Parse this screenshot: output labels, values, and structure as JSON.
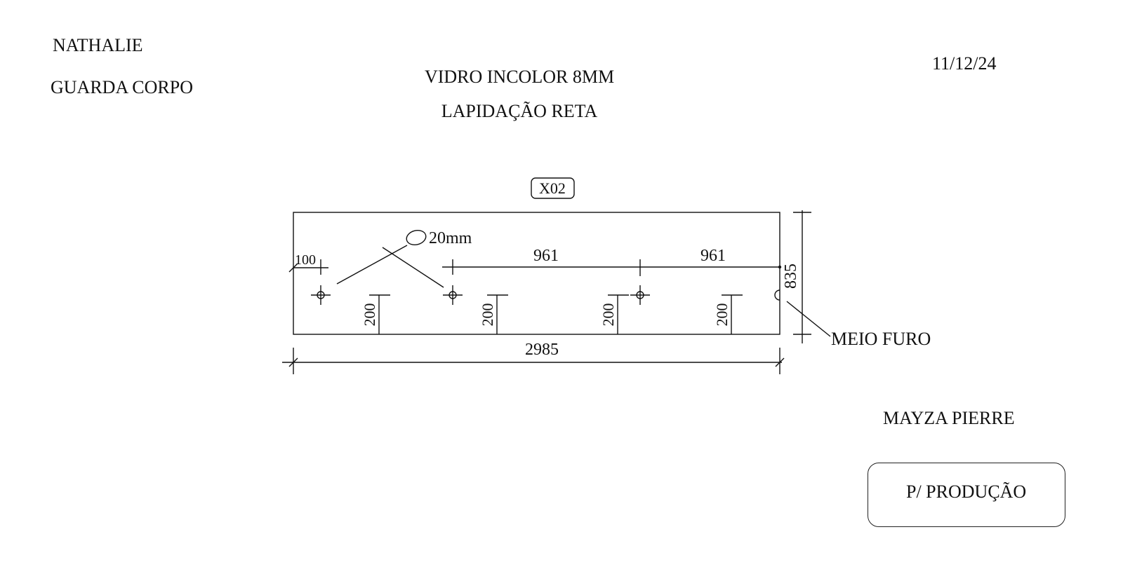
{
  "header": {
    "client": "NATHALIE",
    "product": "GUARDA CORPO",
    "date": "11/12/24",
    "material": "VIDRO INCOLOR 8MM",
    "finish": "LAPIDAÇÃO RETA"
  },
  "drawing": {
    "piece_tag": "X02",
    "hole_diameter_label": "20mm",
    "dimensions": {
      "edge_offset": "100",
      "spacing_1": "961",
      "spacing_2": "961",
      "height": "835",
      "total_width": "2985",
      "hole_depth_1": "200",
      "hole_depth_2": "200",
      "hole_depth_3": "200",
      "hole_depth_4": "200"
    },
    "callout": "MEIO FURO"
  },
  "footer": {
    "author": "MAYZA PIERRE",
    "status_label": "P/ PRODUÇÃO"
  }
}
